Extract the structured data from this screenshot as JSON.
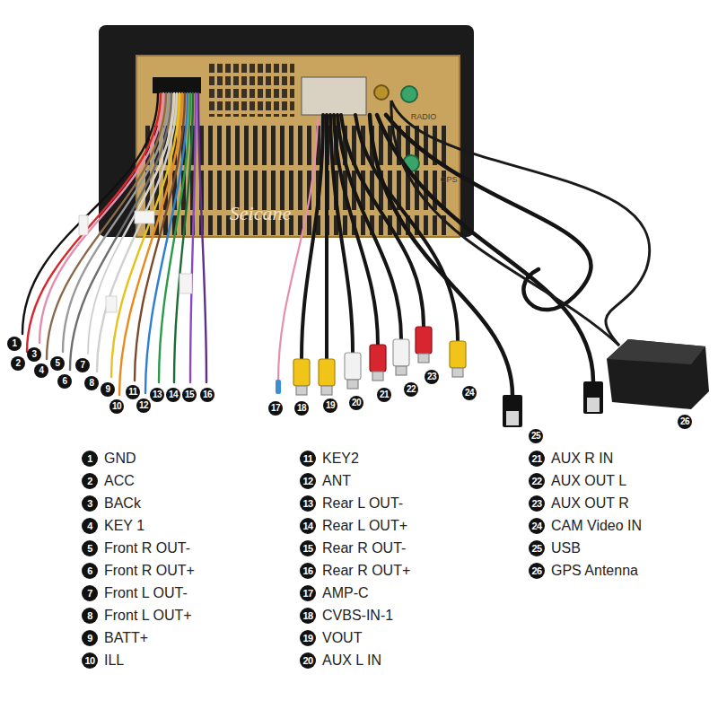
{
  "diagram": {
    "labels": [
      "1",
      "2",
      "3",
      "4",
      "5",
      "6",
      "7",
      "8",
      "9",
      "10",
      "11",
      "12",
      "13",
      "14",
      "15",
      "16",
      "17",
      "18",
      "19",
      "20",
      "21",
      "22",
      "23",
      "24",
      "25",
      "26",
      "Seicane",
      "RADIO",
      "GPS",
      "1",
      "GND",
      "2",
      "ACC",
      "3",
      "BACk",
      "4",
      "KEY 1",
      "5",
      "Front R OUT-",
      "6",
      "Front R OUT+",
      "7",
      "Front L OUT-",
      "8",
      "Front L OUT+",
      "9",
      "BATT+",
      "10",
      "ILL",
      "11",
      "KEY2",
      "12",
      "ANT",
      "13",
      "Rear L OUT-",
      "14",
      "Rear L OUT+",
      "15",
      "Rear R OUT-",
      "16",
      "Rear R OUT+",
      "17",
      "AMP-C",
      "18",
      "CVBS-IN-1",
      "19",
      "VOUT",
      "20",
      "AUX L IN",
      "21",
      "AUX R IN",
      "22",
      "AUX OUT L",
      "23",
      "AUX OUT R",
      "24",
      "CAM Video IN",
      "25",
      "USB",
      "26",
      "GPS Antenna"
    ]
  }
}
